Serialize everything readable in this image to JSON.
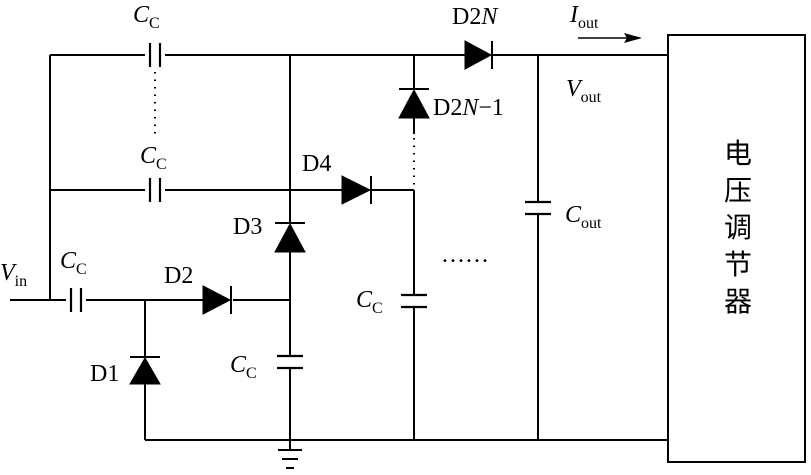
{
  "labels": {
    "cc_main": "C",
    "cc_sub": "C",
    "vin_main": "V",
    "vin_sub": "in",
    "d1": "D1",
    "d2": "D2",
    "d3": "D3",
    "d4": "D4",
    "d2n_prefix": "D2",
    "d2n_n": "N",
    "d2n1_prefix": "D2",
    "d2n1_n": "N",
    "d2n1_suffix": "−1",
    "iout_main": "I",
    "iout_sub": "out",
    "vout_main": "V",
    "vout_sub": "out",
    "cout_main": "C",
    "cout_sub": "out",
    "ellipsis": "……"
  },
  "regulator": {
    "chars": [
      "电",
      "压",
      "调",
      "节",
      "器"
    ]
  }
}
